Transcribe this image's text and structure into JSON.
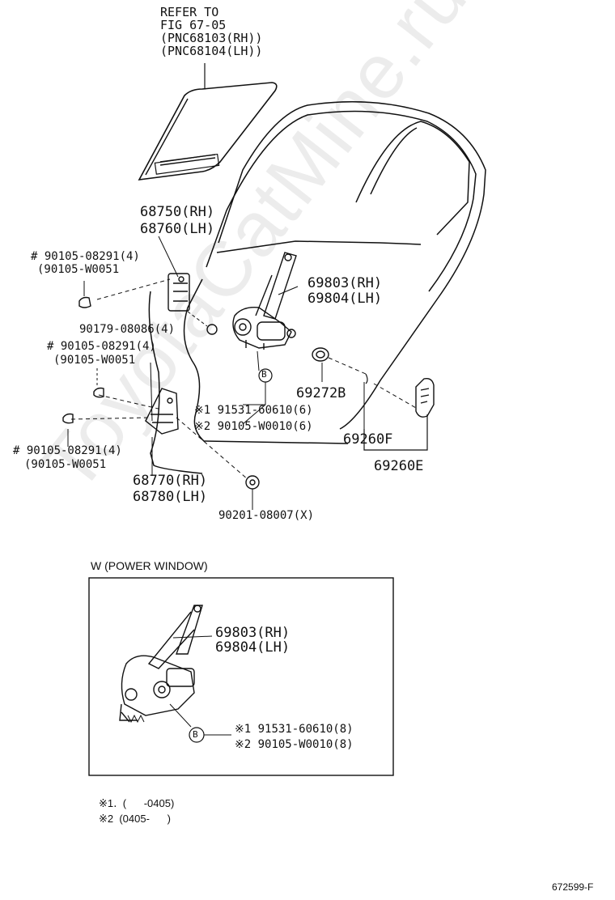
{
  "refer_lines": [
    "REFER TO",
    "FIG 67-05",
    "(PNC68103(RH))",
    "(PNC68104(LH))"
  ],
  "parts": {
    "hinge_upper_rh": "68750(RH)",
    "hinge_upper_lh": "68760(LH)",
    "bolt_a": "# 90105-08291(4)",
    "bolt_a_alt": "(90105-W0051",
    "nut": "90179-08086(4)",
    "bolt_b": "# 90105-08291(4)",
    "bolt_b_alt": "(90105-W0051",
    "bolt_c": "# 90105-08291(4)",
    "bolt_c_alt": "(90105-W0051",
    "hinge_lower_rh": "68770(RH)",
    "hinge_lower_lh": "68780(LH)",
    "plug": "90201-08007(X)",
    "regulator_rh": "69803(RH)",
    "regulator_lh": "69804(LH)",
    "grommet": "69272B",
    "ref1": "※1 91531-60610(6)",
    "ref2": "※2 90105-W0010(6)",
    "handle_f": "69260F",
    "handle_e": "69260E",
    "callout_letter": "B"
  },
  "inset": {
    "title": "W (POWER WINDOW)",
    "regulator_rh": "69803(RH)",
    "regulator_lh": "69804(LH)",
    "callout_letter": "B",
    "ref1": "※1 91531-60610(8)",
    "ref2": "※2 90105-W0010(8)"
  },
  "notes": [
    "※1․  (      -0405)",
    "※2  (0405-      )"
  ],
  "figure_id": "672599-F",
  "watermark": "ToyotaCatMine.ru"
}
